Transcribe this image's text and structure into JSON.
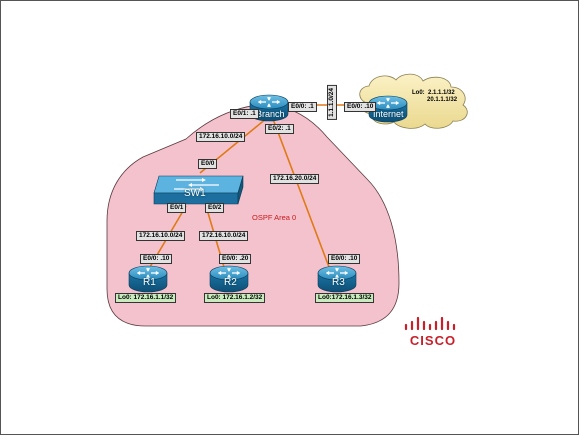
{
  "area_label": "OSPF Area 0",
  "devices": {
    "branch": "Branch",
    "internet": "Internet",
    "sw1": "SW1",
    "r1": "R1",
    "r2": "R2",
    "r3": "R3"
  },
  "interfaces": {
    "branch_e0_1": "E0/1: .1",
    "branch_e0_0": "E0/0: .1",
    "branch_e0_2": "E0/2: .1",
    "internet_e0_0": "E0/0: .10",
    "sw1_e0_0": "E0/0",
    "sw1_e0_1": "E0/1",
    "sw1_e0_2": "E0/2",
    "r1_e0_0": "E0/0: .10",
    "r2_e0_0": "E0/0: .20",
    "r3_e0_0": "E0/0: .10"
  },
  "networks": {
    "wan": "1.1.1.0/24",
    "branch_sw1": "172.16.10.0/24",
    "branch_r3": "172.16.20.0/24",
    "sw1_r1": "172.16.10.0/24",
    "sw1_r2": "172.16.10.0/24"
  },
  "loopbacks": {
    "internet_label": "Lo0:",
    "internet_1": "2.1.1.1/32",
    "internet_2": "20.1.1.1/32",
    "r1": "Lo0:  172.16.1.1/32",
    "r2": "Lo0:  172.16.1.2/32",
    "r3": "Lo0:172.16.1.3/32"
  },
  "logo": "CISCO",
  "colors": {
    "area_fill": "#f4c2cd",
    "link": "#e07a16",
    "router": "#1f7fb0",
    "cloud": "#f3e5a8",
    "cisco": "#c8202a"
  }
}
